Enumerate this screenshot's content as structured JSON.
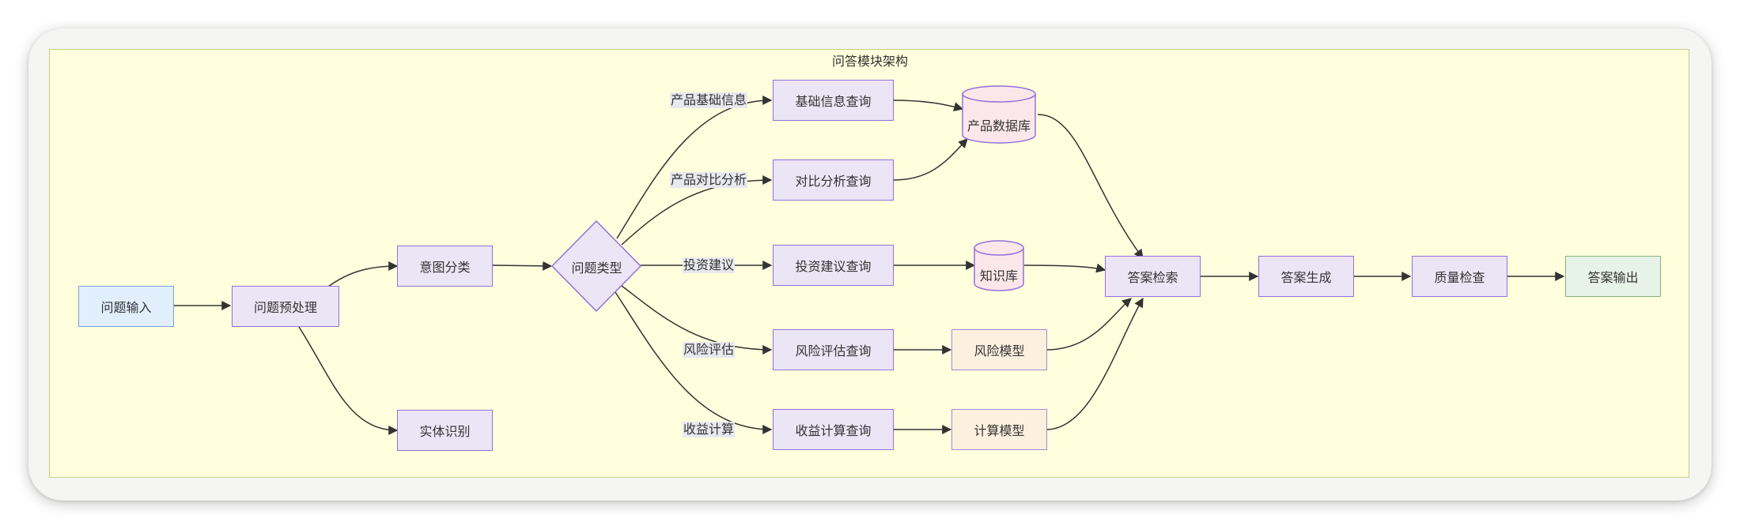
{
  "title": "问答模块架构",
  "nodes": {
    "question_input": "问题输入",
    "preprocess": "问题预处理",
    "intent": "意图分类",
    "entity": "实体识别",
    "qtype": "问题类型",
    "basic_query": "基础信息查询",
    "compare_query": "对比分析查询",
    "invest_query": "投资建议查询",
    "risk_query": "风险评估查询",
    "return_query": "收益计算查询",
    "product_db": "产品数据库",
    "knowledge_base": "知识库",
    "risk_model": "风险模型",
    "calc_model": "计算模型",
    "answer_retrieval": "答案检索",
    "answer_gen": "答案生成",
    "quality_check": "质量检查",
    "answer_output": "答案输出"
  },
  "edge_labels": {
    "basic": "产品基础信息",
    "compare": "产品对比分析",
    "invest": "投资建议",
    "risk": "风险评估",
    "return": "收益计算"
  }
}
